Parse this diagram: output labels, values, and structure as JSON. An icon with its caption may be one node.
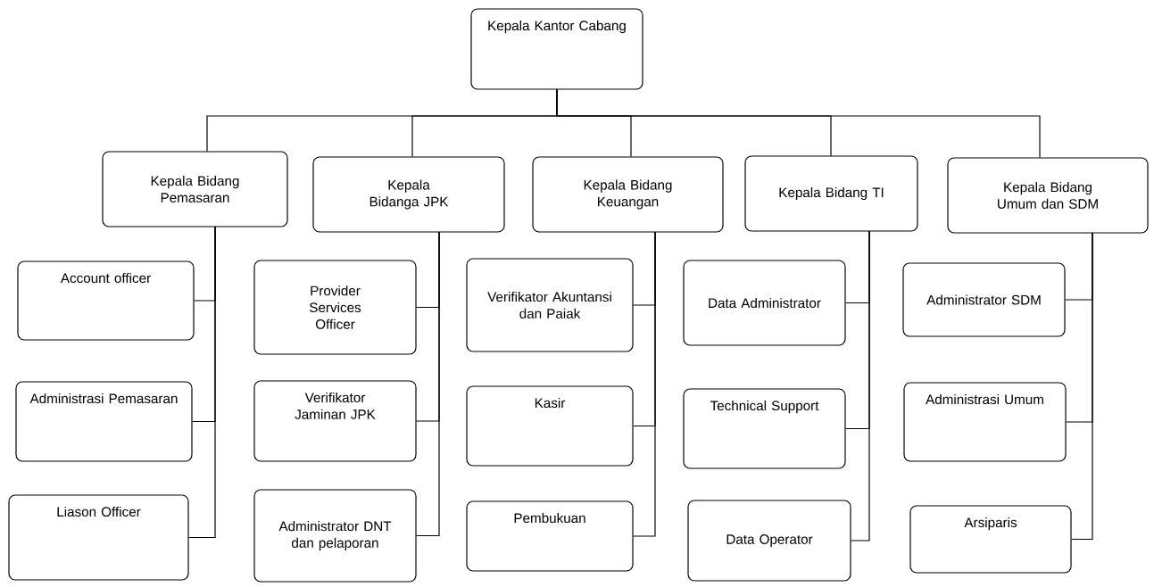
{
  "diagram": {
    "nodes": [
      {
        "text": [
          "Kepala Kantor Cabang"
        ]
      },
      {
        "text": [
          "Kepala Bidang Pemasaran"
        ]
      },
      {
        "text": [
          "Kepala Bidanga JPK"
        ]
      },
      {
        "text": [
          "Kepala Bidang Keuangan"
        ]
      },
      {
        "text": [
          "Kepala Bidang TI"
        ]
      },
      {
        "text": [
          "Kepala Bidang Umum dan SDM"
        ]
      },
      {
        "text": [
          "Account officer"
        ]
      },
      {
        "text": [
          "Administrasi Pemasaran"
        ]
      },
      {
        "text": [
          "Liason Officer"
        ]
      },
      {
        "text": [
          "Provider Services Officer"
        ]
      },
      {
        "text": [
          "Verifikator Jaminan JPK"
        ]
      },
      {
        "text": [
          "Administrator DNT dan pelaporan"
        ]
      },
      {
        "text": [
          "Verifikator Akuntansi dan Paiak"
        ]
      },
      {
        "text": [
          "Kasir"
        ]
      },
      {
        "text": [
          "Pembukuan"
        ]
      },
      {
        "text": [
          "Data Administrator"
        ]
      },
      {
        "text": [
          "Technical Support"
        ]
      },
      {
        "text": [
          "Data Operator"
        ]
      },
      {
        "text": [
          "Administrator SDM"
        ]
      },
      {
        "text": [
          "Administrasi Umum"
        ]
      },
      {
        "text": [
          "Arsiparis"
        ]
      }
    ],
    "edges": [
      {
        "from": 0,
        "to": 1,
        "arrow": "none"
      },
      {
        "from": 0,
        "to": 2,
        "arrow": "none"
      },
      {
        "from": 0,
        "to": 3,
        "arrow": "none"
      },
      {
        "from": 0,
        "to": 4,
        "arrow": "none"
      },
      {
        "from": 0,
        "to": 5,
        "arrow": "none"
      },
      {
        "from": 1,
        "to": 6,
        "arrow": "none"
      },
      {
        "from": 1,
        "to": 7,
        "arrow": "none"
      },
      {
        "from": 1,
        "to": 8,
        "arrow": "none"
      },
      {
        "from": 2,
        "to": 9,
        "arrow": "none"
      },
      {
        "from": 2,
        "to": 10,
        "arrow": "none"
      },
      {
        "from": 2,
        "to": 11,
        "arrow": "none"
      },
      {
        "from": 3,
        "to": 12,
        "arrow": "none"
      },
      {
        "from": 3,
        "to": 13,
        "arrow": "none"
      },
      {
        "from": 3,
        "to": 14,
        "arrow": "none"
      },
      {
        "from": 4,
        "to": 15,
        "arrow": "none"
      },
      {
        "from": 4,
        "to": 16,
        "arrow": "none"
      },
      {
        "from": 4,
        "to": 17,
        "arrow": "none"
      },
      {
        "from": 5,
        "to": 18,
        "arrow": "none"
      },
      {
        "from": 5,
        "to": 19,
        "arrow": "none"
      },
      {
        "from": 5,
        "to": 20,
        "arrow": "none"
      }
    ]
  }
}
